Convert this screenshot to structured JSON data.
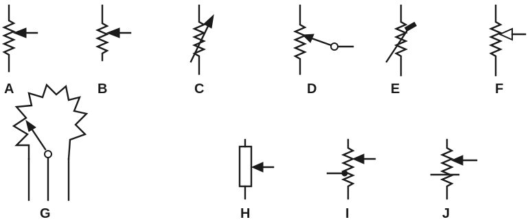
{
  "symbols": [
    {
      "key": "a",
      "label": "A"
    },
    {
      "key": "b",
      "label": "B"
    },
    {
      "key": "c",
      "label": "C"
    },
    {
      "key": "d",
      "label": "D"
    },
    {
      "key": "e",
      "label": "E"
    },
    {
      "key": "f",
      "label": "F"
    },
    {
      "key": "g",
      "label": "G"
    },
    {
      "key": "h",
      "label": "H"
    },
    {
      "key": "i",
      "label": "I"
    },
    {
      "key": "j",
      "label": "J"
    }
  ],
  "colors": {
    "ink": "#1a1a1a",
    "background": "#ffffff"
  }
}
